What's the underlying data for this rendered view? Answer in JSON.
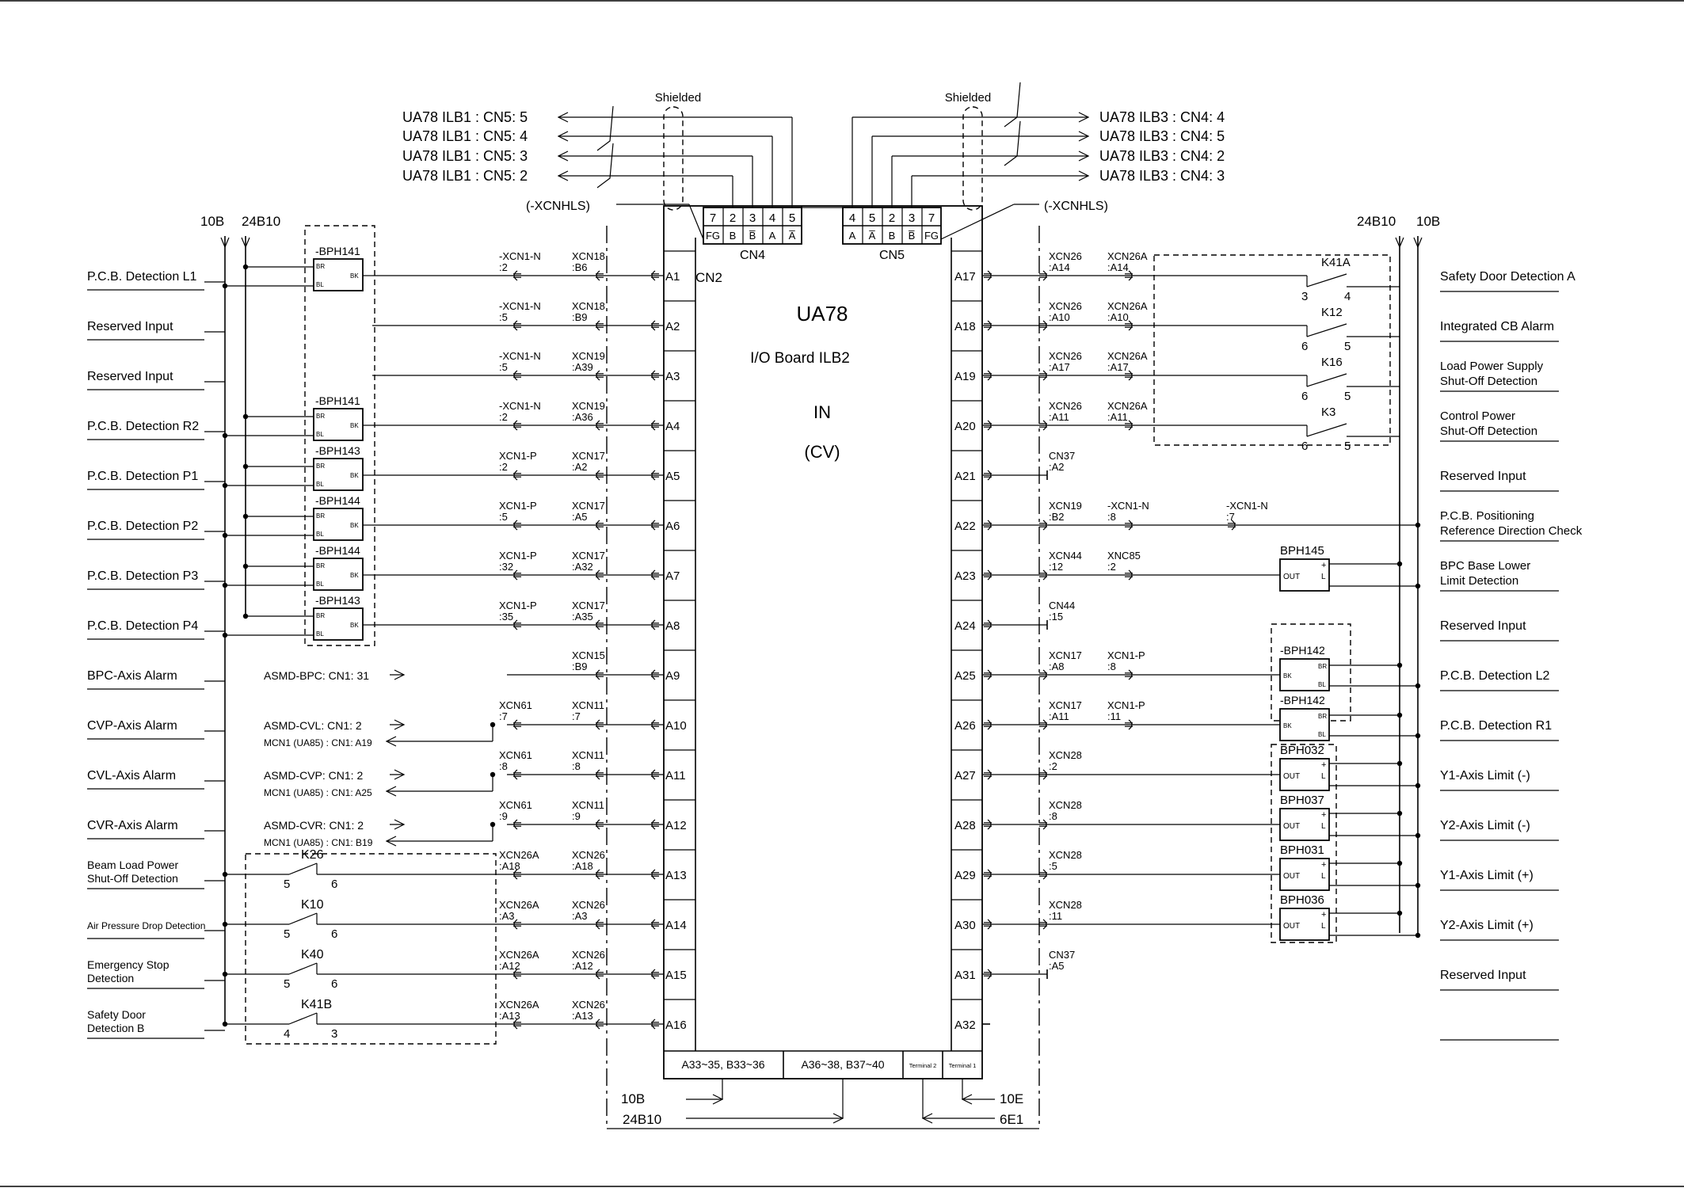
{
  "board": {
    "name": "UA78",
    "subtitle": "I/O Board ILB2",
    "io": "IN",
    "cv": "(CV)",
    "cn2": "CN2",
    "cn4": "CN4",
    "cn5": "CN5"
  },
  "bus_labels": [
    "10B",
    "24B10"
  ],
  "shielded": "Shielded",
  "xcnhls": "(-XCNHLS)",
  "cn4_top": {
    "pins": [
      "7",
      "2",
      "3",
      "4",
      "5"
    ],
    "sigs": [
      "FG",
      "B",
      "B̅",
      "A",
      "A̅"
    ],
    "remote": [
      "UA78 ILB1 : CN5: 5",
      "UA78 ILB1 : CN5: 4",
      "UA78 ILB1 : CN5: 3",
      "UA78 ILB1 : CN5: 2"
    ]
  },
  "cn5_top": {
    "pins": [
      "4",
      "5",
      "2",
      "3",
      "7"
    ],
    "sigs": [
      "A",
      "A̅",
      "B",
      "B̅",
      "FG"
    ],
    "remote": [
      "UA78 ILB3 : CN4: 4",
      "UA78 ILB3 : CN4: 5",
      "UA78 ILB3 : CN4: 2",
      "UA78 ILB3 : CN4: 3"
    ]
  },
  "left_rows": [
    {
      "pin": "A1",
      "label": [
        "P.C.B. Detection L1"
      ],
      "c1": [
        "-XCN1-N",
        ":2"
      ],
      "c2": [
        "XCN18",
        ":B6"
      ],
      "dev": {
        "type": "bph",
        "name": "-BPH141"
      }
    },
    {
      "pin": "A2",
      "label": [
        "Reserved Input"
      ],
      "c1": [
        "-XCN1-N",
        ":5"
      ],
      "c2": [
        "XCN18",
        ":B9"
      ]
    },
    {
      "pin": "A3",
      "label": [
        "Reserved Input"
      ],
      "c1": [
        "-XCN1-N",
        ":5"
      ],
      "c2": [
        "XCN19",
        ":A39"
      ]
    },
    {
      "pin": "A4",
      "label": [
        "P.C.B. Detection R2"
      ],
      "c1": [
        "-XCN1-N",
        ":2"
      ],
      "c2": [
        "XCN19",
        ":A36"
      ],
      "dev": {
        "type": "bph",
        "name": "-BPH141"
      }
    },
    {
      "pin": "A5",
      "label": [
        "P.C.B. Detection P1"
      ],
      "c1": [
        "XCN1-P",
        ":2"
      ],
      "c2": [
        "XCN17",
        ":A2"
      ],
      "dev": {
        "type": "bph",
        "name": "-BPH143"
      }
    },
    {
      "pin": "A6",
      "label": [
        "P.C.B. Detection P2"
      ],
      "c1": [
        "XCN1-P",
        ":5"
      ],
      "c2": [
        "XCN17",
        ":A5"
      ],
      "dev": {
        "type": "bph",
        "name": "-BPH144"
      }
    },
    {
      "pin": "A7",
      "label": [
        "P.C.B. Detection P3"
      ],
      "c1": [
        "XCN1-P",
        ":32"
      ],
      "c2": [
        "XCN17",
        ":A32"
      ],
      "dev": {
        "type": "bph",
        "name": "-BPH144"
      }
    },
    {
      "pin": "A8",
      "label": [
        "P.C.B. Detection P4"
      ],
      "c1": [
        "XCN1-P",
        ":35"
      ],
      "c2": [
        "XCN17",
        ":A35"
      ],
      "dev": {
        "type": "bph",
        "name": "-BPH143"
      }
    },
    {
      "pin": "A9",
      "label": [
        "BPC-Axis Alarm"
      ],
      "c2": [
        "XCN15",
        ":B9"
      ],
      "src": "ASMD-BPC: CN1: 31"
    },
    {
      "pin": "A10",
      "label": [
        "CVP-Axis Alarm"
      ],
      "c1": [
        "XCN61",
        ":7"
      ],
      "c2": [
        "XCN11",
        ":7"
      ],
      "src": "ASMD-CVL: CN1: 2",
      "mcn": "MCN1 (UA85) : CN1: A19"
    },
    {
      "pin": "A11",
      "label": [
        "CVL-Axis Alarm"
      ],
      "c1": [
        "XCN61",
        ":8"
      ],
      "c2": [
        "XCN11",
        ":8"
      ],
      "src": "ASMD-CVP: CN1: 2",
      "mcn": "MCN1 (UA85) : CN1: A25"
    },
    {
      "pin": "A12",
      "label": [
        "CVR-Axis Alarm"
      ],
      "c1": [
        "XCN61",
        ":9"
      ],
      "c2": [
        "XCN11",
        ":9"
      ],
      "src": "ASMD-CVR: CN1: 2",
      "mcn": "MCN1 (UA85) : CN1: B19"
    },
    {
      "pin": "A13",
      "label": [
        "Beam Load Power",
        "Shut-Off Detection"
      ],
      "c1": [
        "XCN26A",
        ":A18"
      ],
      "c2": [
        "XCN26",
        ":A18"
      ],
      "dev": {
        "type": "relay",
        "name": "K26",
        "a": "5",
        "b": "6"
      }
    },
    {
      "pin": "A14",
      "label": [
        "Air Pressure Drop Detection"
      ],
      "c1": [
        "XCN26A",
        ":A3"
      ],
      "c2": [
        "XCN26",
        ":A3"
      ],
      "dev": {
        "type": "relay",
        "name": "K10",
        "a": "5",
        "b": "6"
      }
    },
    {
      "pin": "A15",
      "label": [
        "Emergency Stop",
        "Detection"
      ],
      "c1": [
        "XCN26A",
        ":A12"
      ],
      "c2": [
        "XCN26",
        ":A12"
      ],
      "dev": {
        "type": "relay",
        "name": "K40",
        "a": "5",
        "b": "6"
      }
    },
    {
      "pin": "A16",
      "label": [
        "Safety Door",
        "Detection B"
      ],
      "c1": [
        "XCN26A",
        ":A13"
      ],
      "c2": [
        "XCN26",
        ":A13"
      ],
      "dev": {
        "type": "relay",
        "name": "K41B",
        "a": "4",
        "b": "3"
      }
    }
  ],
  "right_rows": [
    {
      "pin": "A17",
      "label": [
        "Safety Door Detection A"
      ],
      "c1": [
        "XCN26",
        ":A14"
      ],
      "c2": [
        "XCN26A",
        ":A14"
      ],
      "dev": {
        "type": "relay",
        "name": "K41A",
        "a": "3",
        "b": "4"
      }
    },
    {
      "pin": "A18",
      "label": [
        "Integrated CB Alarm"
      ],
      "c1": [
        "XCN26",
        ":A10"
      ],
      "c2": [
        "XCN26A",
        ":A10"
      ],
      "dev": {
        "type": "relay",
        "name": "K12",
        "a": "6",
        "b": "5"
      }
    },
    {
      "pin": "A19",
      "label": [
        "Load Power Supply",
        "Shut-Off Detection"
      ],
      "c1": [
        "XCN26",
        ":A17"
      ],
      "c2": [
        "XCN26A",
        ":A17"
      ],
      "dev": {
        "type": "relay",
        "name": "K16",
        "a": "6",
        "b": "5"
      }
    },
    {
      "pin": "A20",
      "label": [
        "Control Power",
        "Shut-Off Detection"
      ],
      "c1": [
        "XCN26",
        ":A11"
      ],
      "c2": [
        "XCN26A",
        ":A11"
      ],
      "dev": {
        "type": "relay",
        "name": "K3",
        "a": "6",
        "b": "5"
      }
    },
    {
      "pin": "A21",
      "label": [
        "Reserved Input"
      ],
      "c1": [
        "CN37",
        ":A2"
      ]
    },
    {
      "pin": "A22",
      "label": [
        "P.C.B. Positioning",
        "Reference Direction Check"
      ],
      "c1": [
        "XCN19",
        ":B2"
      ],
      "c2": [
        "-XCN1-N",
        ":8"
      ],
      "c3": [
        "-XCN1-N",
        ":7"
      ]
    },
    {
      "pin": "A23",
      "label": [
        "BPC Base Lower",
        "Limit Detection"
      ],
      "c1": [
        "XCN44",
        ":12"
      ],
      "c2": [
        "XNC85",
        ":2"
      ],
      "dev": {
        "type": "sensor",
        "name": "BPH145"
      }
    },
    {
      "pin": "A24",
      "label": [
        "Reserved Input"
      ],
      "c1": [
        "CN44",
        ":15"
      ]
    },
    {
      "pin": "A25",
      "label": [
        "P.C.B. Detection L2"
      ],
      "c1": [
        "XCN17",
        ":A8"
      ],
      "c2": [
        "XCN1-P",
        ":8"
      ],
      "dev": {
        "type": "bphr",
        "name": "-BPH142"
      }
    },
    {
      "pin": "A26",
      "label": [
        "P.C.B. Detection R1"
      ],
      "c1": [
        "XCN17",
        ":A11"
      ],
      "c2": [
        "XCN1-P",
        ":11"
      ],
      "dev": {
        "type": "bphr",
        "name": "-BPH142"
      }
    },
    {
      "pin": "A27",
      "label": [
        "Y1-Axis Limit (-)"
      ],
      "c1": [
        "XCN28",
        ":2"
      ],
      "dev": {
        "type": "sensor",
        "name": "BPH032"
      }
    },
    {
      "pin": "A28",
      "label": [
        "Y2-Axis Limit (-)"
      ],
      "c1": [
        "XCN28",
        ":8"
      ],
      "dev": {
        "type": "sensor",
        "name": "BPH037"
      }
    },
    {
      "pin": "A29",
      "label": [
        "Y1-Axis Limit (+)"
      ],
      "c1": [
        "XCN28",
        ":5"
      ],
      "dev": {
        "type": "sensor",
        "name": "BPH031"
      }
    },
    {
      "pin": "A30",
      "label": [
        "Y2-Axis Limit (+)"
      ],
      "c1": [
        "XCN28",
        ":11"
      ],
      "dev": {
        "type": "sensor",
        "name": "BPH036"
      }
    },
    {
      "pin": "A31",
      "label": [
        "Reserved Input"
      ],
      "c1": [
        "CN37",
        ":A5"
      ]
    },
    {
      "pin": "A32",
      "label": [
        ""
      ]
    }
  ],
  "bottom": {
    "cells": [
      "A33~35, B33~36",
      "A36~38, B37~40",
      "Terminal 2",
      "Terminal 1"
    ],
    "left_in": [
      "10B",
      "24B10"
    ],
    "right_in": [
      "10E",
      "6E1"
    ]
  },
  "bph_pins": {
    "br": "BR",
    "bl": "BL",
    "bk": "BK"
  },
  "sensor_pins": {
    "out": "OUT",
    "plus": "+",
    "l": "L",
    "minus": "–"
  }
}
